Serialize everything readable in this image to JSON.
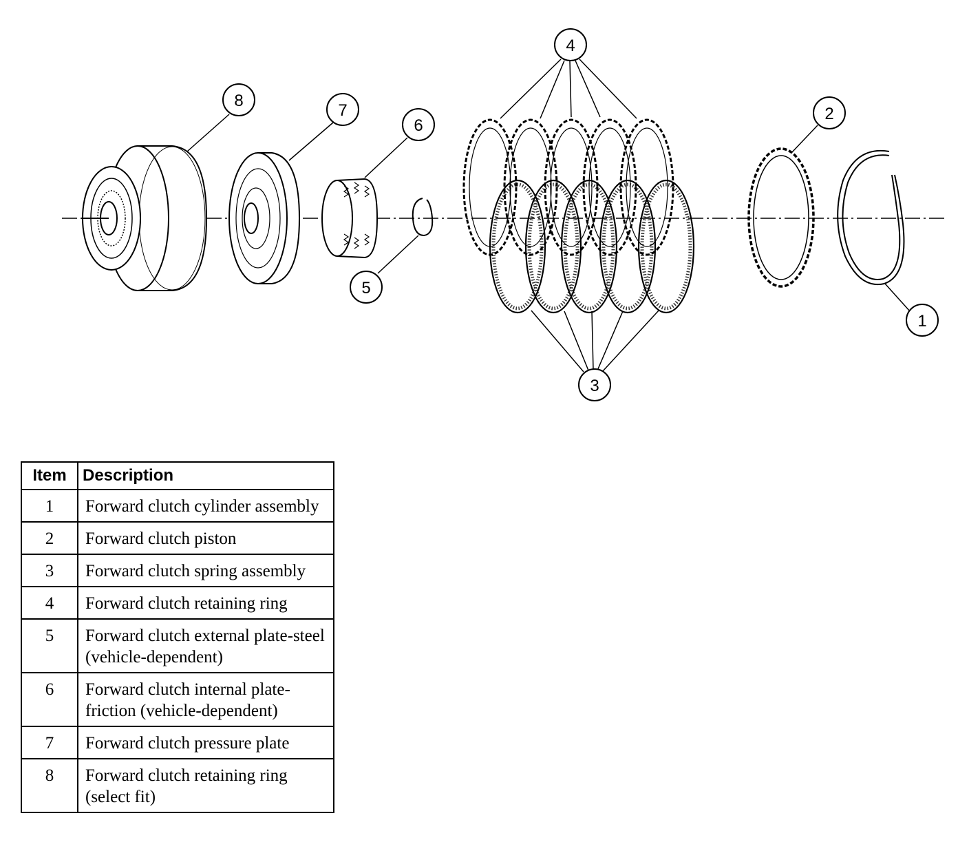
{
  "callouts": {
    "c1": "1",
    "c2": "2",
    "c3": "3",
    "c4": "4",
    "c5": "5",
    "c6": "6",
    "c7": "7",
    "c8": "8"
  },
  "table": {
    "headers": {
      "item": "Item",
      "description": "Description"
    },
    "rows": [
      {
        "item": "1",
        "description": "Forward clutch cylinder assembly"
      },
      {
        "item": "2",
        "description": "Forward clutch piston"
      },
      {
        "item": "3",
        "description": "Forward clutch spring assembly"
      },
      {
        "item": "4",
        "description": "Forward clutch retaining ring"
      },
      {
        "item": "5",
        "description": "Forward clutch external plate-steel (vehicle-dependent)"
      },
      {
        "item": "6",
        "description": "Forward clutch internal plate-friction (vehicle-dependent)"
      },
      {
        "item": "7",
        "description": "Forward clutch pressure plate"
      },
      {
        "item": "8",
        "description": "Forward clutch retaining ring (select fit)"
      }
    ]
  }
}
